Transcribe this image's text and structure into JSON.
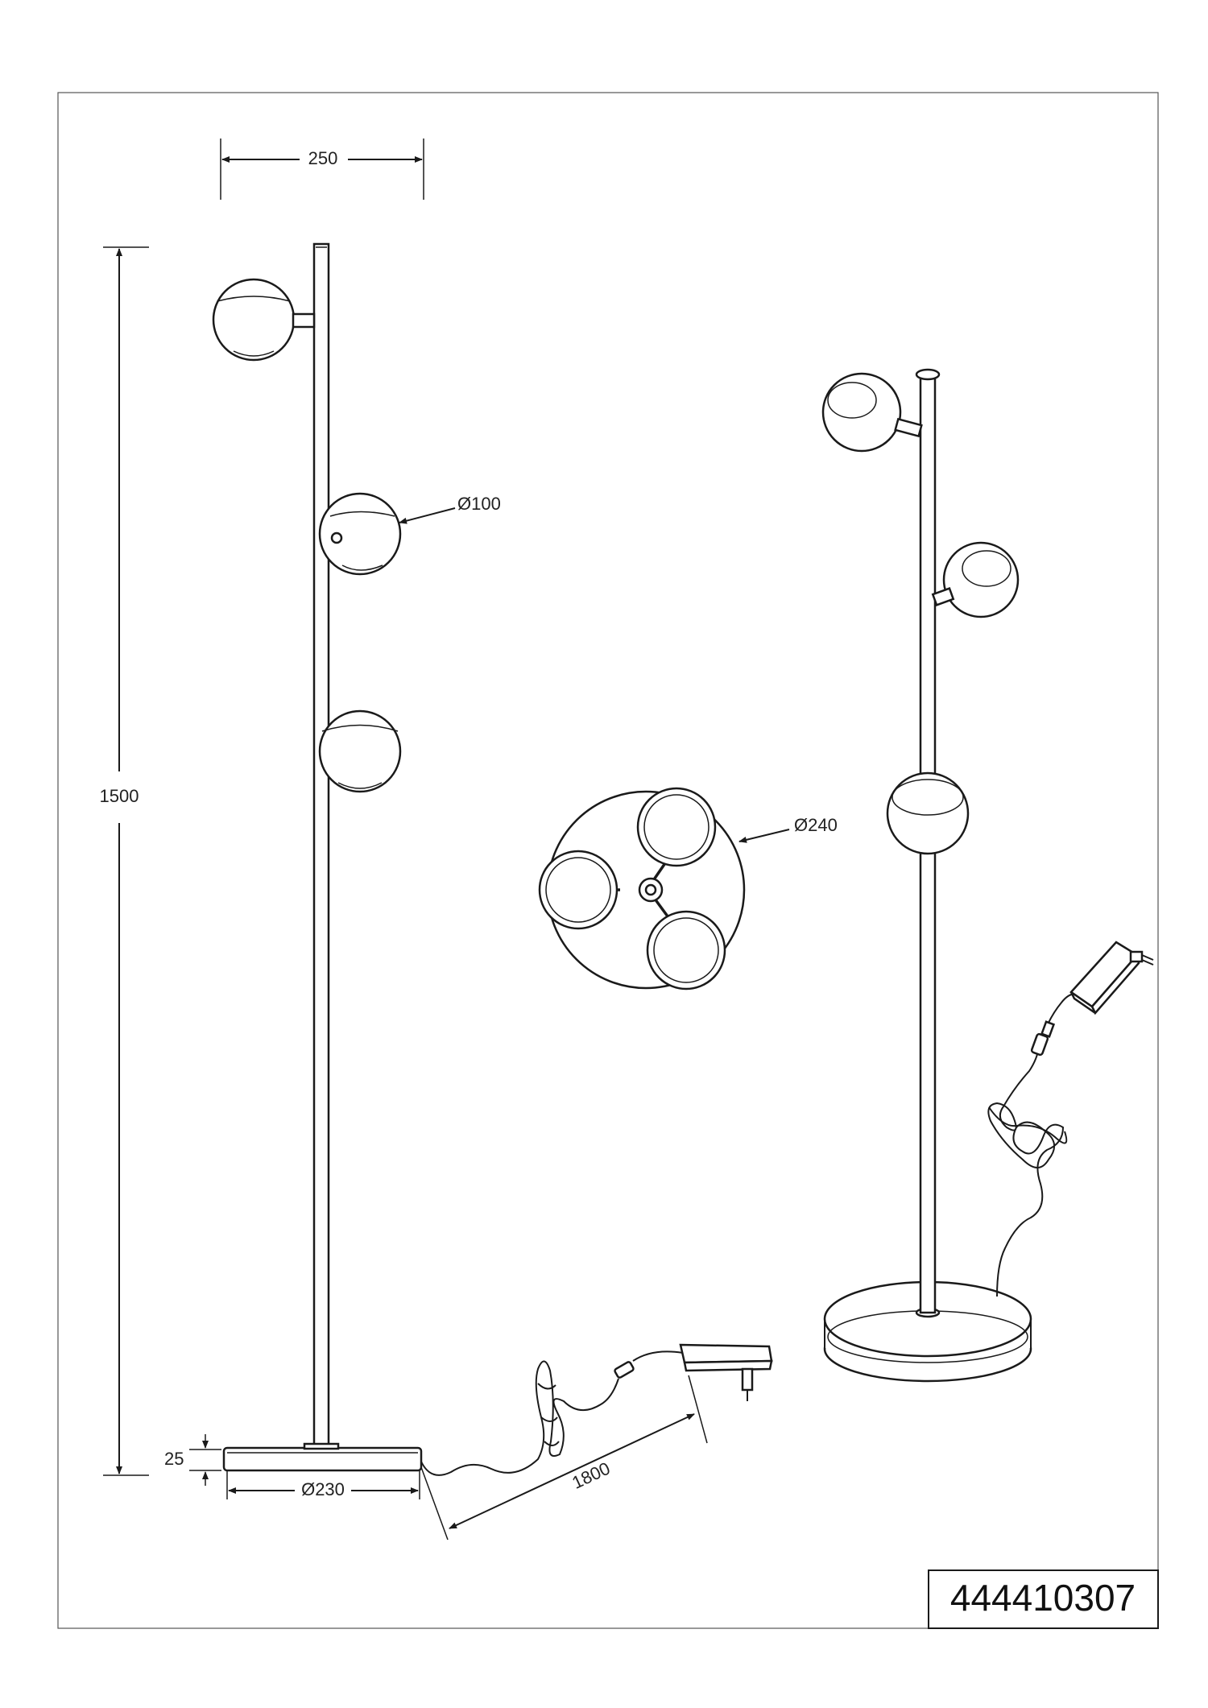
{
  "dimensions": {
    "width_top": "250",
    "height_total": "1500",
    "shade_diameter": "Ø100",
    "head_spread_diameter": "Ø240",
    "base_height": "25",
    "base_diameter": "Ø230",
    "cable_length": "1800"
  },
  "product_code": "444410307",
  "colors": {
    "line": "#1a1a1a",
    "background": "#ffffff"
  }
}
